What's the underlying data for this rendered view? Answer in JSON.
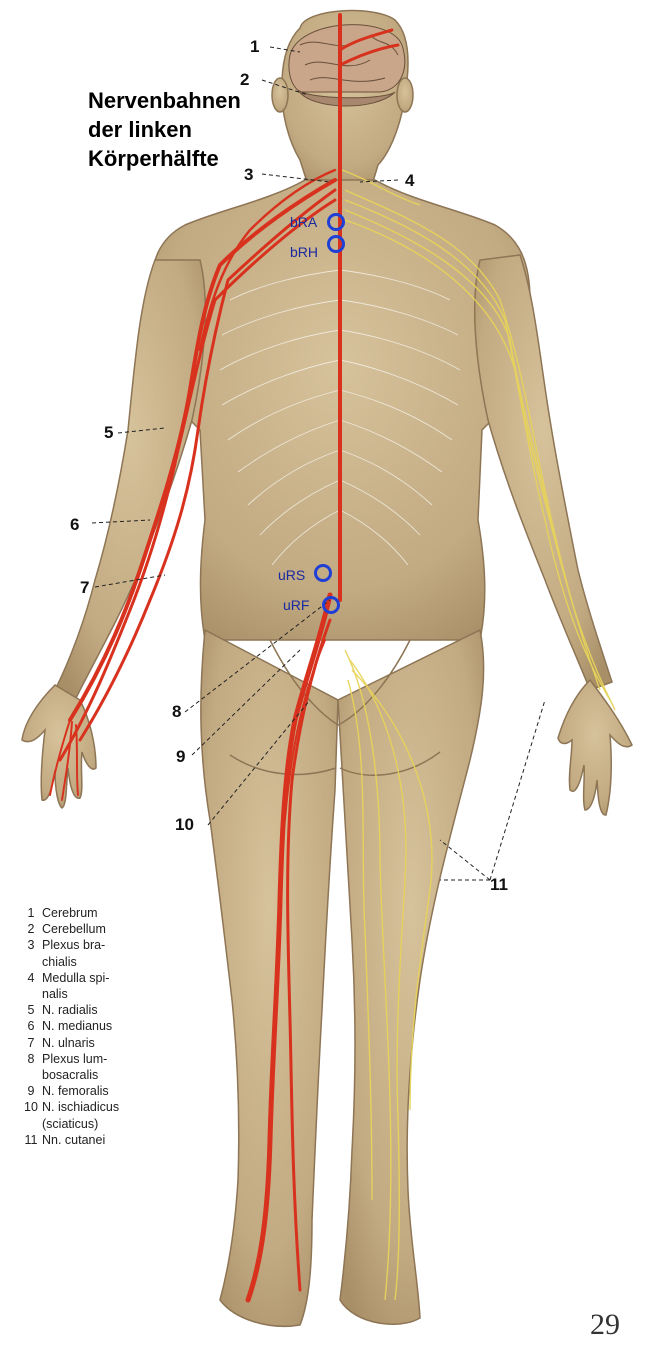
{
  "title_lines": [
    "Nervenbahnen",
    "der linken",
    "Körperhälfte"
  ],
  "callout_numbers": [
    "1",
    "2",
    "3",
    "4",
    "5",
    "6",
    "7",
    "8",
    "9",
    "10",
    "11"
  ],
  "point_labels": [
    "bRA",
    "bRH",
    "uRS",
    "uRF"
  ],
  "legend": [
    {
      "num": "1",
      "text": "Cerebrum"
    },
    {
      "num": "2",
      "text": "Cerebellum"
    },
    {
      "num": "3",
      "text": "Plexus bra-"
    },
    {
      "num": "",
      "text": "chialis"
    },
    {
      "num": "4",
      "text": "Medulla spi-"
    },
    {
      "num": "",
      "text": "nalis"
    },
    {
      "num": "5",
      "text": "N. radialis"
    },
    {
      "num": "6",
      "text": "N. medianus"
    },
    {
      "num": "7",
      "text": "N. ulnaris"
    },
    {
      "num": "8",
      "text": "Plexus lum-"
    },
    {
      "num": "",
      "text": "bosacralis"
    },
    {
      "num": "9",
      "text": "N. femoralis"
    },
    {
      "num": "10",
      "text": "N. ischiadicus"
    },
    {
      "num": "",
      "text": "(sciaticus)"
    },
    {
      "num": "11",
      "text": "Nn. cutanei"
    }
  ],
  "page_number": "29",
  "colors": {
    "skin": "#c9b48e",
    "nerve_red": "#d8321f",
    "nerve_yellow": "#e7d35a",
    "point_blue": "#1f3fd6"
  }
}
